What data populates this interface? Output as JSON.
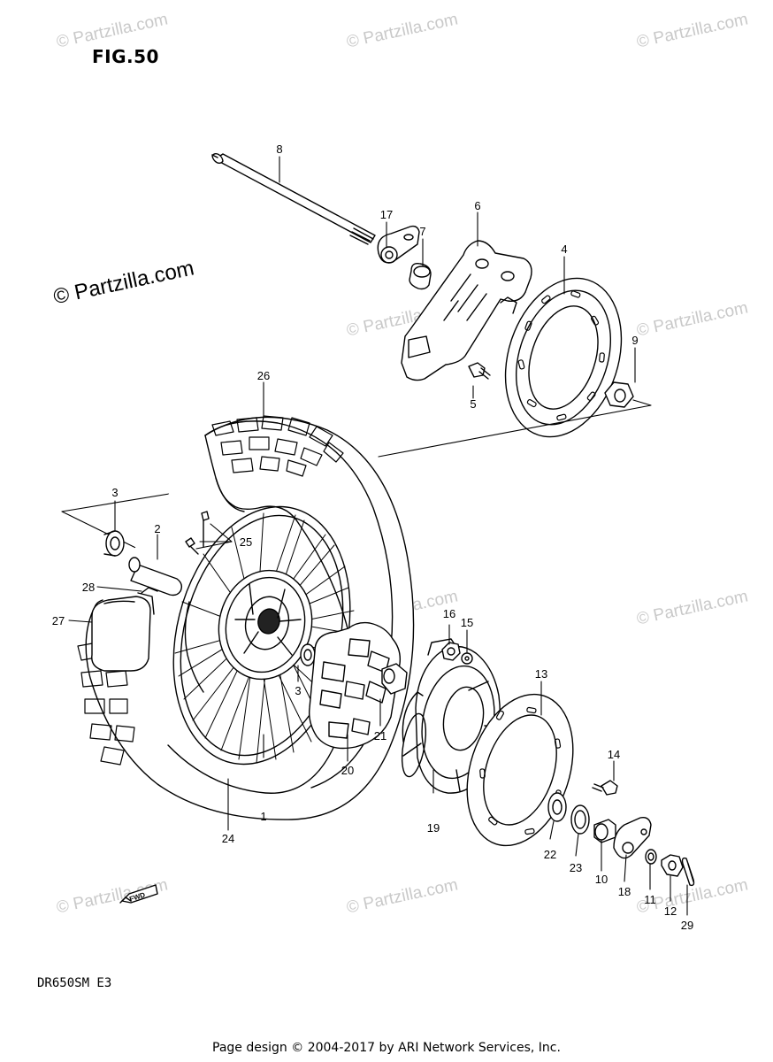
{
  "title": "FIG.50",
  "model": "DR650SM  E3",
  "footer": "Page design © 2004-2017 by ARI Network Services, Inc.",
  "copyright_main": "© Partzilla.com",
  "watermark": "© Partzilla.com",
  "fwd_badge": "FWD",
  "callouts": {
    "c1": "1",
    "c2": "2",
    "c3a": "3",
    "c3b": "3",
    "c4": "4",
    "c5": "5",
    "c6": "6",
    "c7": "7",
    "c8": "8",
    "c9": "9",
    "c10": "10",
    "c11": "11",
    "c12": "12",
    "c13": "13",
    "c14": "14",
    "c15": "15",
    "c16": "16",
    "c17": "17",
    "c18": "18",
    "c19": "19",
    "c20": "20",
    "c21": "21",
    "c22": "22",
    "c23": "23",
    "c24": "24",
    "c25": "25",
    "c26": "26",
    "c27": "27",
    "c28": "28",
    "c29": "29"
  }
}
